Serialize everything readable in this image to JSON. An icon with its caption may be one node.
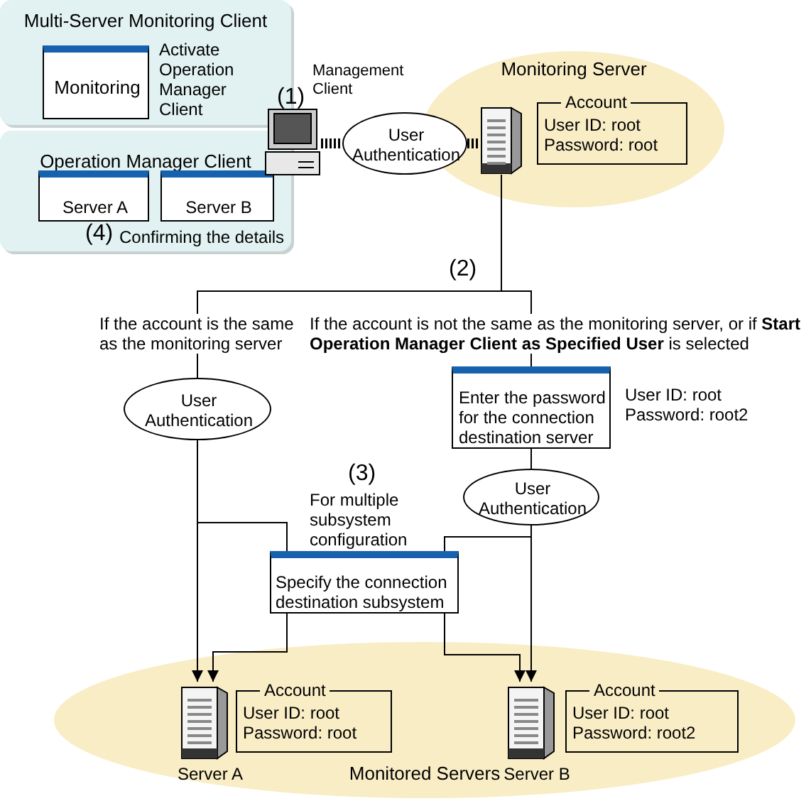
{
  "diagram": {
    "nodes": [
      {
        "text": [
          "Multi-Server Monitoring Client"
        ]
      },
      {
        "text": [
          "Monitoring"
        ],
        "in": 0,
        "beside": [
          "Activate Operation Manager Client"
        ]
      },
      {
        "text": [
          "Operation Manager Client"
        ]
      },
      {
        "text": [
          "Server A"
        ],
        "in": 2
      },
      {
        "text": [
          "Server B"
        ],
        "in": 2
      },
      {
        "text": [],
        "shape": "computer",
        "beside": [
          "(1)",
          "Management Client"
        ]
      },
      {
        "text": [
          "User Authentication"
        ]
      },
      {
        "text": [
          "Monitoring Server"
        ]
      },
      {
        "text": [],
        "shape": "server",
        "in": 7
      },
      {
        "text": [
          "Account",
          "User ID: root Password: root"
        ],
        "in": 7
      },
      {
        "text": [
          "User Authentication"
        ]
      },
      {
        "text": [
          "Enter the password for the connection destination server"
        ],
        "beside": [
          "User ID: root Password: root2"
        ]
      },
      {
        "text": [
          "User Authentication"
        ]
      },
      {
        "text": [
          "Specify the connection destination subsystem"
        ],
        "beside": [
          "(3)",
          "For multiple subsystem configuration"
        ]
      },
      {
        "text": [
          "Monitored Servers"
        ]
      },
      {
        "text": [],
        "shape": "server",
        "in": 14,
        "beside": [
          "Server A"
        ]
      },
      {
        "text": [
          "Account",
          "User ID: root Password: root"
        ],
        "in": 14
      },
      {
        "text": [],
        "shape": "server",
        "in": 14,
        "beside": [
          "Server B"
        ]
      },
      {
        "text": [
          "Account",
          "User ID: root Password: root2"
        ],
        "in": 14
      }
    ],
    "edges": [
      {
        "from": 5,
        "to": 6,
        "arrow": "none",
        "style": "dashed"
      },
      {
        "from": 6,
        "to": 8,
        "arrow": "none",
        "style": "dashed"
      },
      {
        "from": 8,
        "to": 10,
        "arrow": "none",
        "label": "If the account is the same as the monitoring server"
      },
      {
        "from": 8,
        "to": 11,
        "arrow": "none",
        "label": "If the account is not the same as the monitoring server, or if **Start Operation Manager Client as Specified User** is selected"
      },
      {
        "from": 11,
        "to": 12,
        "arrow": "none"
      },
      {
        "from": 10,
        "to": 15,
        "arrow": "to"
      },
      {
        "from": 10,
        "to": 13,
        "arrow": "none"
      },
      {
        "from": 12,
        "to": 17,
        "arrow": "to"
      },
      {
        "from": 12,
        "to": 13,
        "arrow": "none"
      },
      {
        "from": 13,
        "to": 15,
        "arrow": "to"
      },
      {
        "from": 13,
        "to": 17,
        "arrow": "to"
      }
    ],
    "labels": [
      "(4)",
      "Confirming the details",
      "(2)"
    ]
  }
}
